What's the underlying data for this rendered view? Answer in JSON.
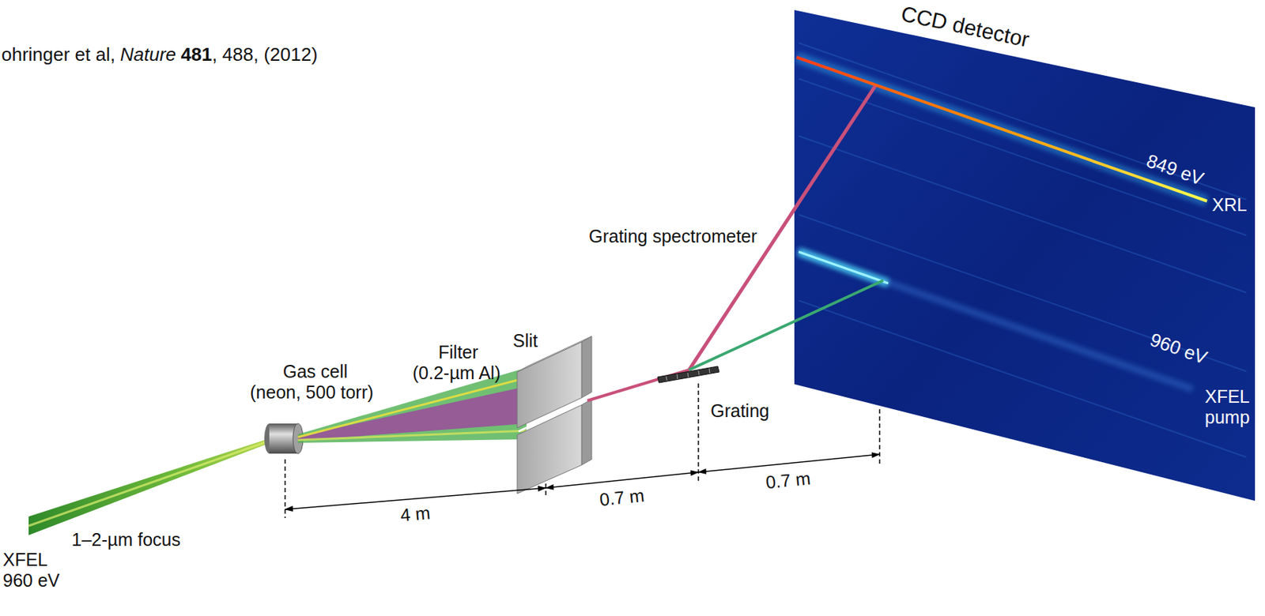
{
  "diagram": {
    "labels": [
      "ohringer et al,",
      "Nature",
      "481",
      ", 488, (2012)",
      "CCD detector",
      "849 eV",
      "XRL",
      "Grating spectrometer",
      "960 eV",
      "Filter (0.2-µm Al)",
      "Slit",
      "Gas cell (neon, 500 torr)",
      "Grating",
      "XFEL pump",
      "0.7 m",
      "0.7 m",
      "4 m",
      "1–2-µm focus",
      "XFEL 960 eV"
    ]
  }
}
